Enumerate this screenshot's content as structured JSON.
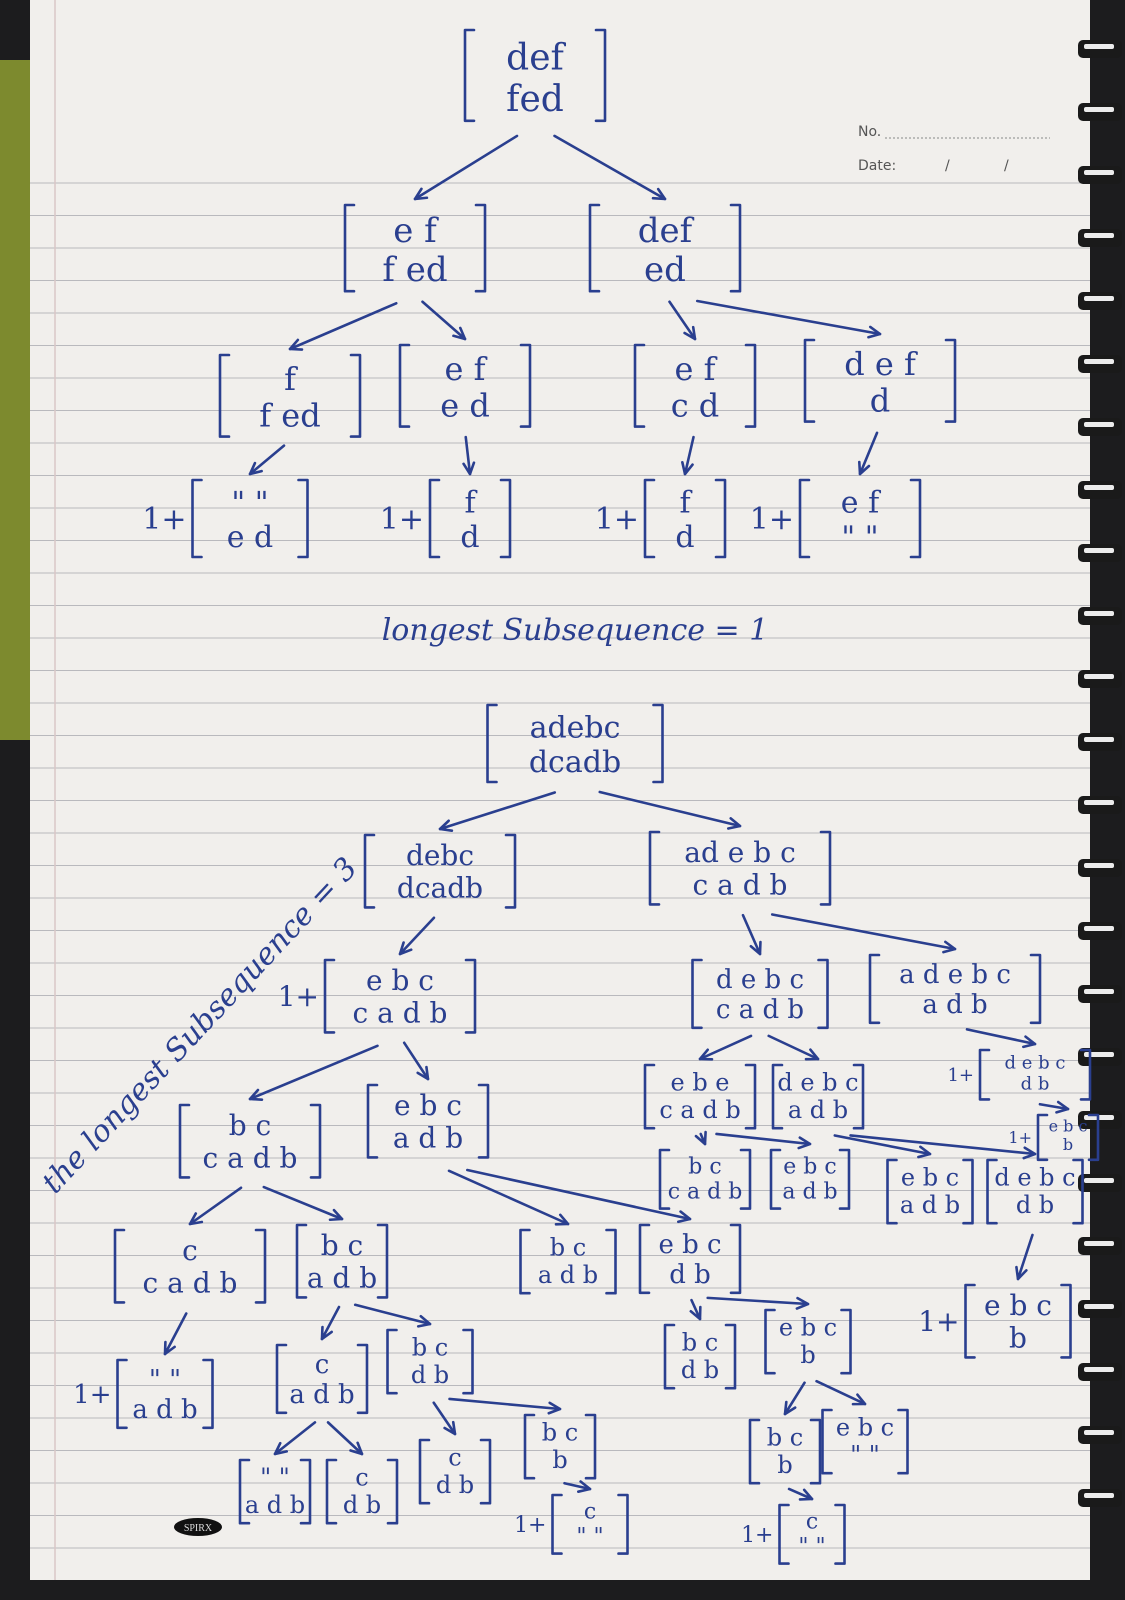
{
  "header": {
    "no_label": "No.",
    "date_label": "Date:",
    "date_sep1": "/",
    "date_sep2": "/"
  },
  "brand": "SPIRX",
  "tree1": {
    "root": [
      "def",
      "fed"
    ],
    "n_l": [
      "e f",
      "f ed"
    ],
    "n_r": [
      "def",
      "ed"
    ],
    "n_ll": [
      "f",
      "f ed"
    ],
    "n_lr": [
      "e f",
      "e d"
    ],
    "n_rl": [
      "e f",
      "c d"
    ],
    "n_rr": [
      "d e f",
      "d"
    ],
    "leaf1": [
      "\" \"",
      "e d"
    ],
    "leaf2": [
      "f",
      "d"
    ],
    "leaf3": [
      "f",
      "d"
    ],
    "leaf4": [
      "e f",
      "\" \""
    ],
    "prefix": "1+",
    "result": "longest Subsequence = 1"
  },
  "tree2": {
    "root": [
      "adebc",
      "dcadb"
    ],
    "annotation": "the longest Subsequence = 3",
    "n_l": [
      "debc",
      "dcadb"
    ],
    "n_r": [
      "ad e b c",
      "c a d b"
    ],
    "n_ll": [
      "e b c",
      "c a d b"
    ],
    "n_rl": [
      "d e b c",
      "c a d b"
    ],
    "n_rr": [
      "a d e b c",
      "a d b"
    ],
    "n_rr1": [
      "d e b c",
      "d b"
    ],
    "n_rr2": [
      "e b c",
      "b"
    ],
    "n_lll": [
      "b c",
      "c a d b"
    ],
    "n_llr": [
      "e b c",
      "a d b"
    ],
    "n_rll": [
      "e b e",
      "c a d b"
    ],
    "n_rlr": [
      "d e b c",
      "a d b"
    ],
    "n_rll1": [
      "b c",
      "c a d b"
    ],
    "n_rll2": [
      "e b c",
      "a d b"
    ],
    "n_rrA": [
      "e b c",
      "a d b"
    ],
    "n_rrB": [
      "d e b c",
      "d b"
    ],
    "n_rrB1": [
      "e b c",
      "b"
    ],
    "n_llll": [
      "c",
      "c a d b"
    ],
    "n_lllr": [
      "b c",
      "a d b"
    ],
    "n_llrl": [
      "b c",
      "a d b"
    ],
    "n_llrr": [
      "e b c",
      "d b"
    ],
    "n_llrr1": [
      "b c",
      "d b"
    ],
    "n_llrr2": [
      "e b c",
      "b"
    ],
    "n_llrr21": [
      "b c",
      "b"
    ],
    "n_llrr22": [
      "e b c",
      "\" \""
    ],
    "n_lllll": [
      "\" \"",
      "a d b"
    ],
    "n_lllrl": [
      "c",
      "a d b"
    ],
    "n_lllrr": [
      "b c",
      "d b"
    ],
    "n_lllrll": [
      "\" \"",
      "a d b"
    ],
    "n_lllrlr": [
      "c",
      "d b"
    ],
    "n_lllrrl": [
      "c",
      "d b"
    ],
    "n_lllrrr": [
      "b c",
      "b"
    ],
    "n_lllrrr1": [
      "c",
      "\" \""
    ],
    "n_llrr211": [
      "c",
      "\" \""
    ]
  }
}
